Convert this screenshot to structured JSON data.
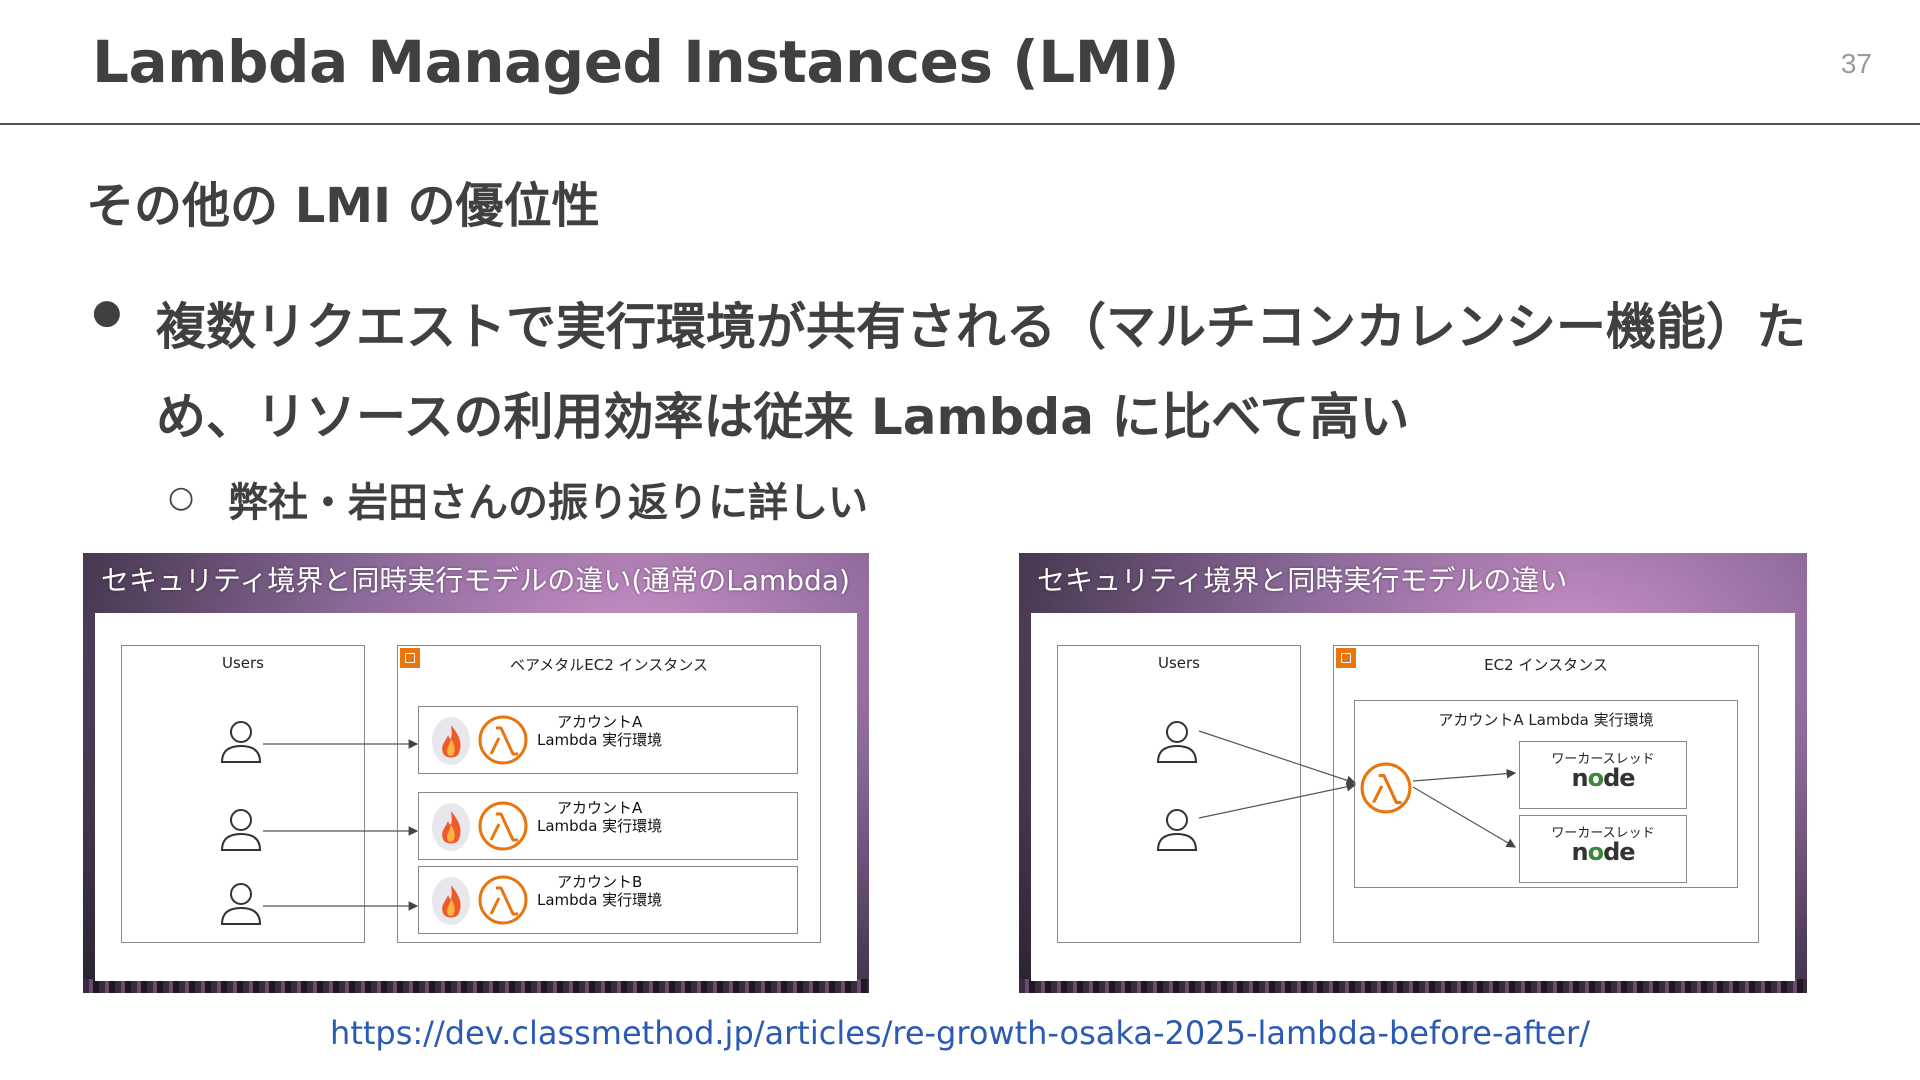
{
  "slide": {
    "title": "Lambda Managed Instances (LMI)",
    "page_number": "37",
    "subtitle": "その他の LMI の優位性",
    "bullet_marker": "●",
    "bullet_text": "複数リクエストで実行環境が共有される（マルチコンカレンシー機能）ため、リソースの利用効率は従来 Lambda に比べて高い",
    "sub_bullet_marker": "○",
    "sub_bullet_text": "弊社・岩田さんの振り返りに詳しい",
    "link_text": "https://dev.classmethod.jp/articles/re-growth-osaka-2025-lambda-before-after/"
  },
  "left_screenshot": {
    "heading": "セキュリティ境界と同時実行モデルの違い(通常のLambda)",
    "users_label": "Users",
    "instance_label": "ベアメタルEC2 インスタンス",
    "rows": [
      {
        "line1": "アカウントA",
        "line2": "Lambda 実行環境"
      },
      {
        "line1": "アカウントA",
        "line2": "Lambda 実行環境"
      },
      {
        "line1": "アカウントB",
        "line2": "Lambda 実行環境"
      }
    ]
  },
  "right_screenshot": {
    "heading": "セキュリティ境界と同時実行モデルの違い",
    "users_label": "Users",
    "instance_label": "EC2 インスタンス",
    "env_label": "アカウントA Lambda 実行環境",
    "workers": [
      {
        "label": "ワーカースレッド",
        "logo_text": "node"
      },
      {
        "label": "ワーカースレッド",
        "logo_text": "node"
      }
    ]
  },
  "colors": {
    "text": "#404040",
    "aws_orange": "#e8750d",
    "link": "#2a5ab3",
    "node_green": "#3c873a"
  }
}
